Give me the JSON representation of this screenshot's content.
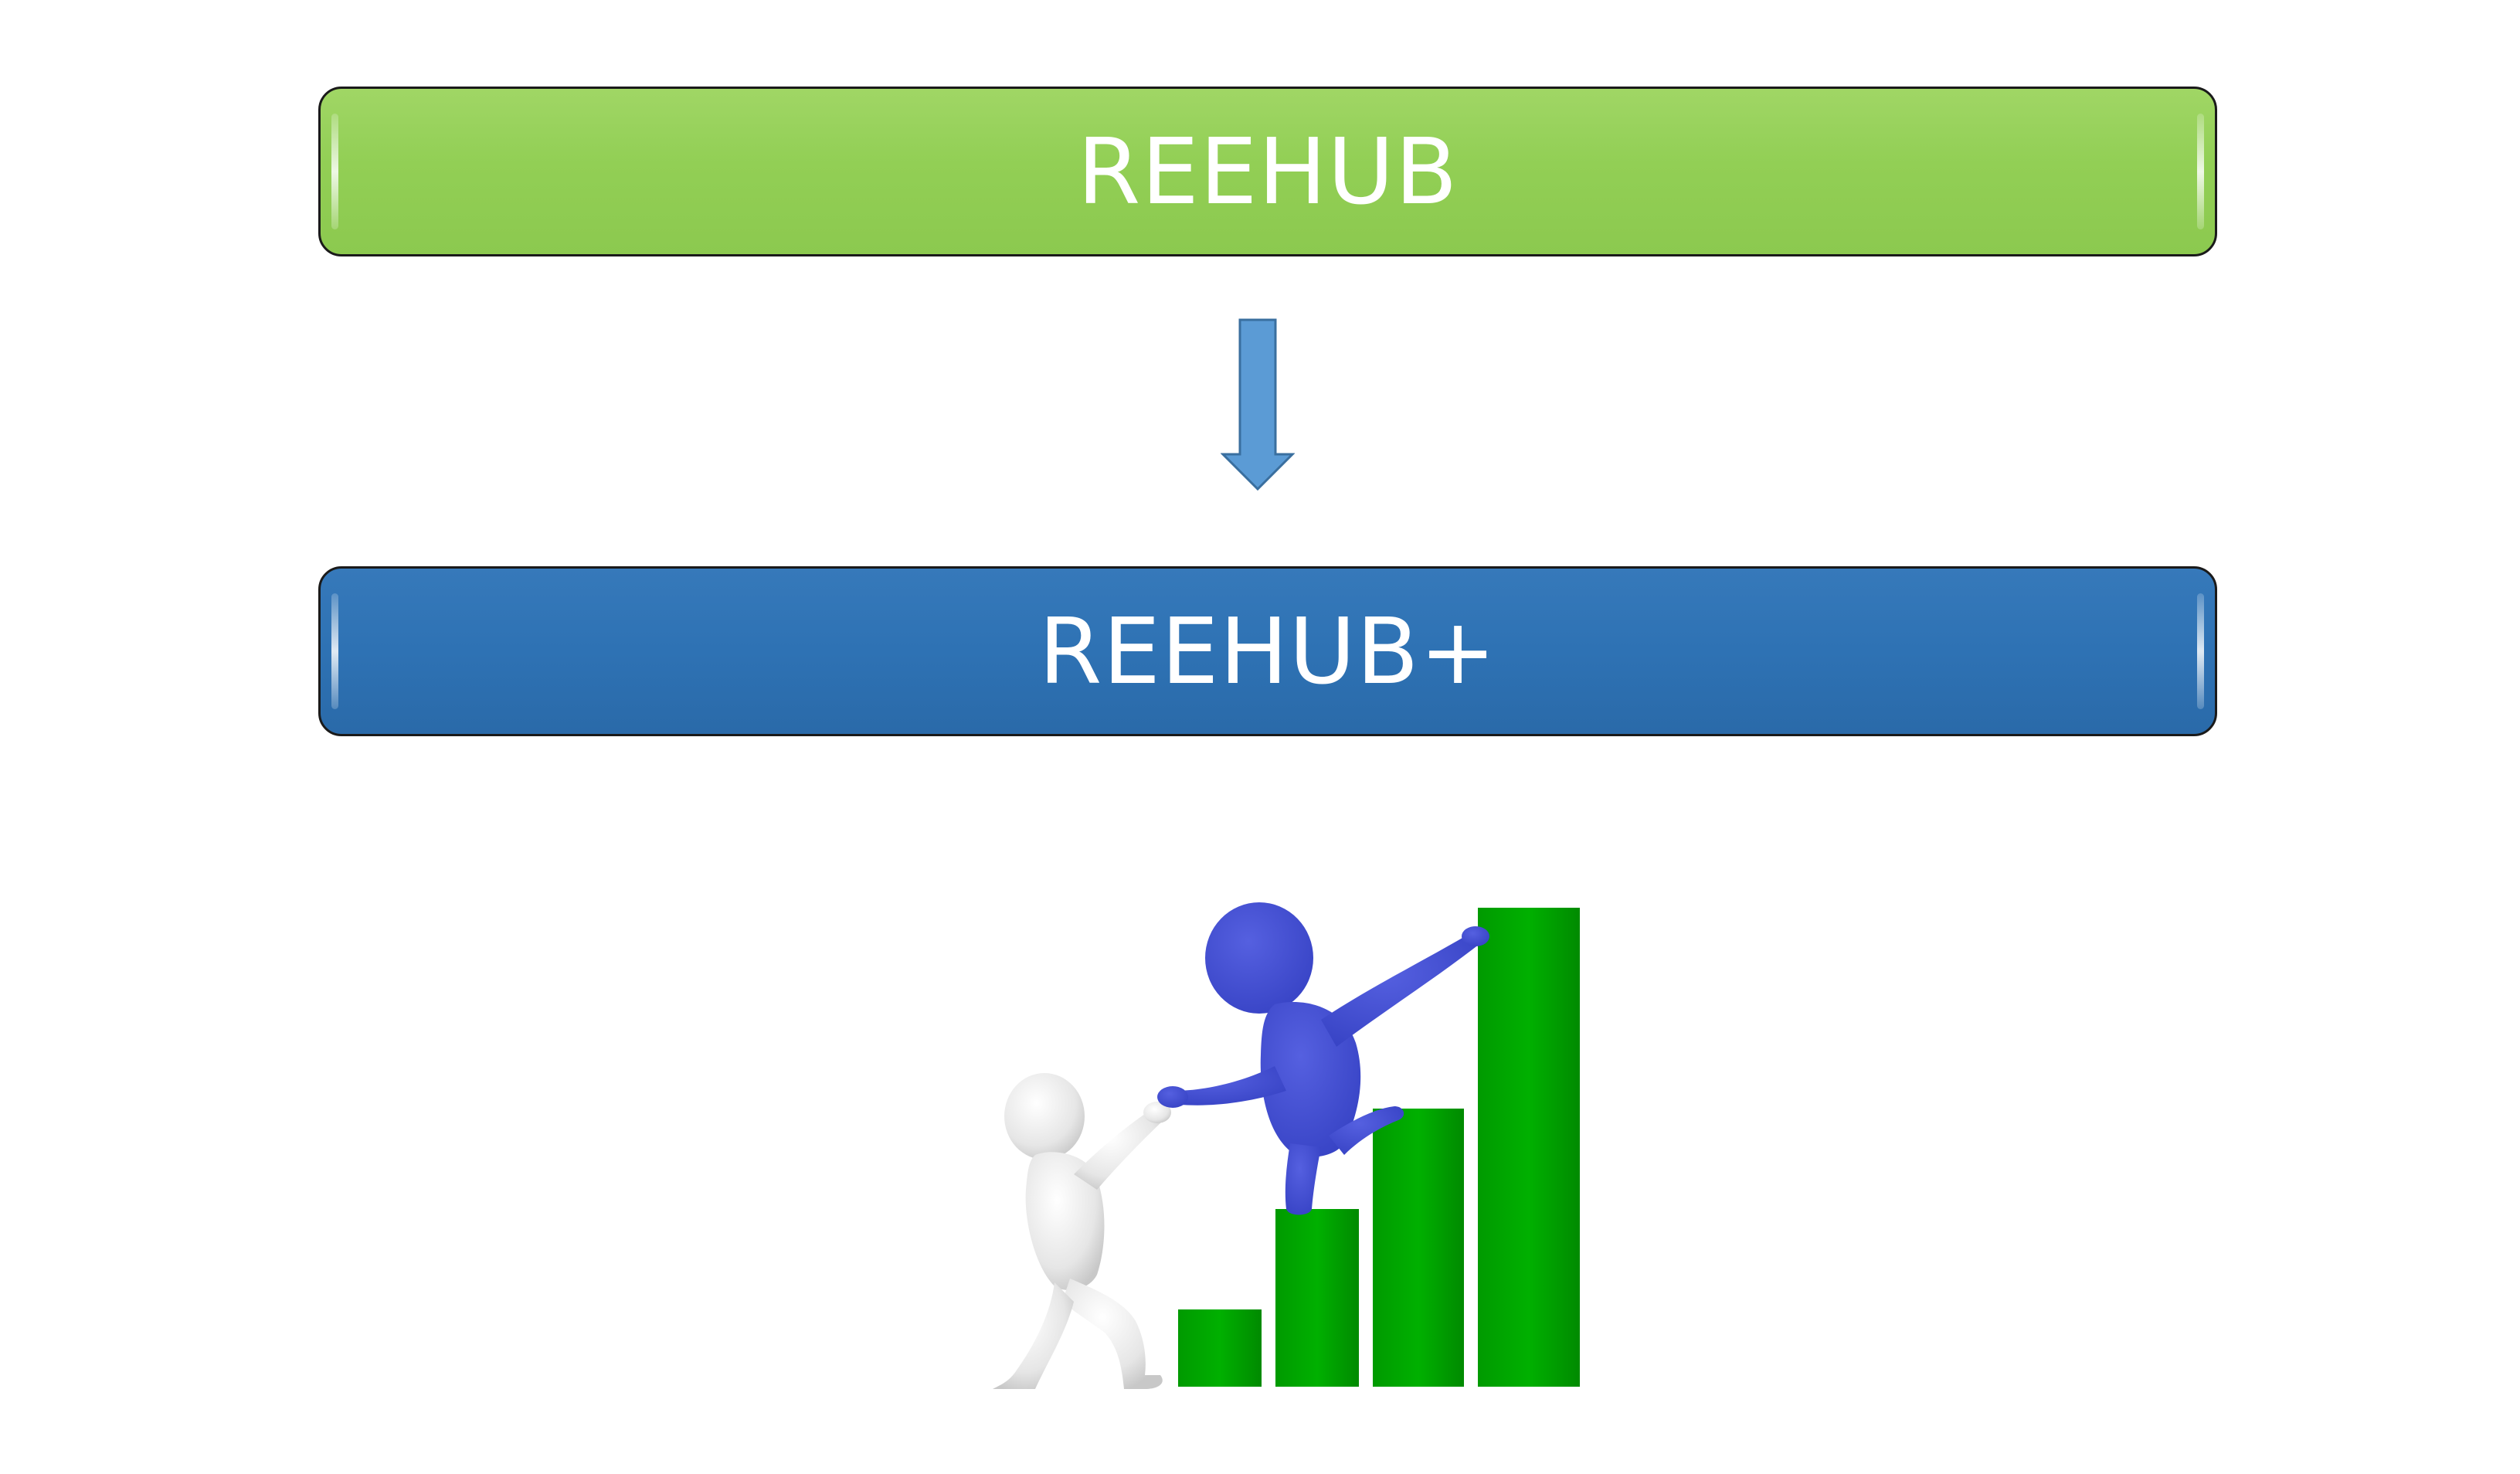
{
  "diagram": {
    "top_box": {
      "label": "REEHUB",
      "color": "#92cf55"
    },
    "bottom_box": {
      "label": "REEHUB+",
      "color": "#2e72b4"
    },
    "arrow": {
      "direction": "down",
      "color": "#5b9bd5"
    },
    "illustration": {
      "icon": "helping-hand-climbing-bar-chart-icon",
      "bar_color": "#00a000",
      "helper_color": "#3f4bcf",
      "climber_color": "#e8e8e8"
    }
  }
}
